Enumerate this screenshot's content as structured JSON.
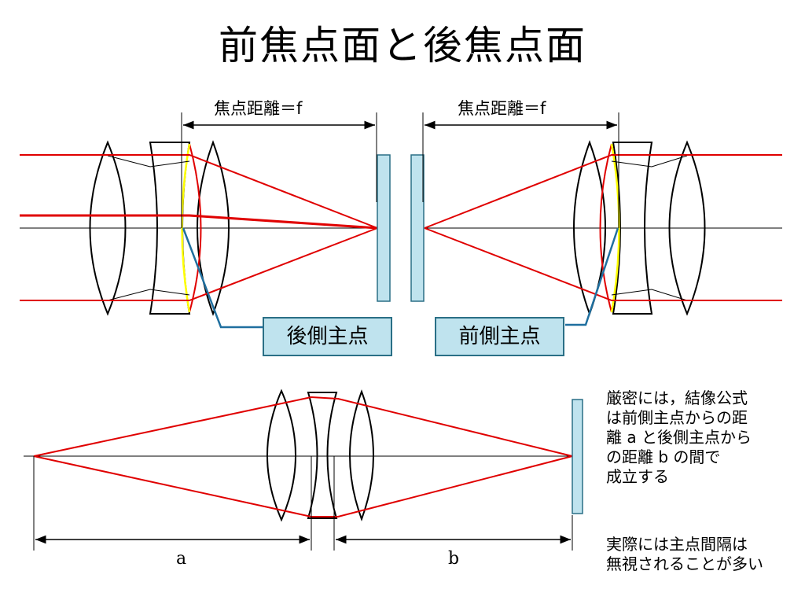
{
  "title": "前焦点面と後焦点面",
  "focal_label_left": "焦点距離＝f",
  "focal_label_right": "焦点距離＝f",
  "callout_rear": "後側主点",
  "callout_front": "前側主点",
  "note_strict": [
    "厳密には，結像公式",
    "は前側主点からの距",
    "離 a と後側主点から",
    "の距離 b の間で",
    "成立する"
  ],
  "note_practice": [
    "実際には主点間隔は",
    "無視されることが多い"
  ],
  "label_a": "a",
  "label_b": "b",
  "colors": {
    "ray": "#e00000",
    "principal_plane": "#ffff00",
    "leader": "#1f6f9f",
    "sensor": "#bfe3ee"
  }
}
